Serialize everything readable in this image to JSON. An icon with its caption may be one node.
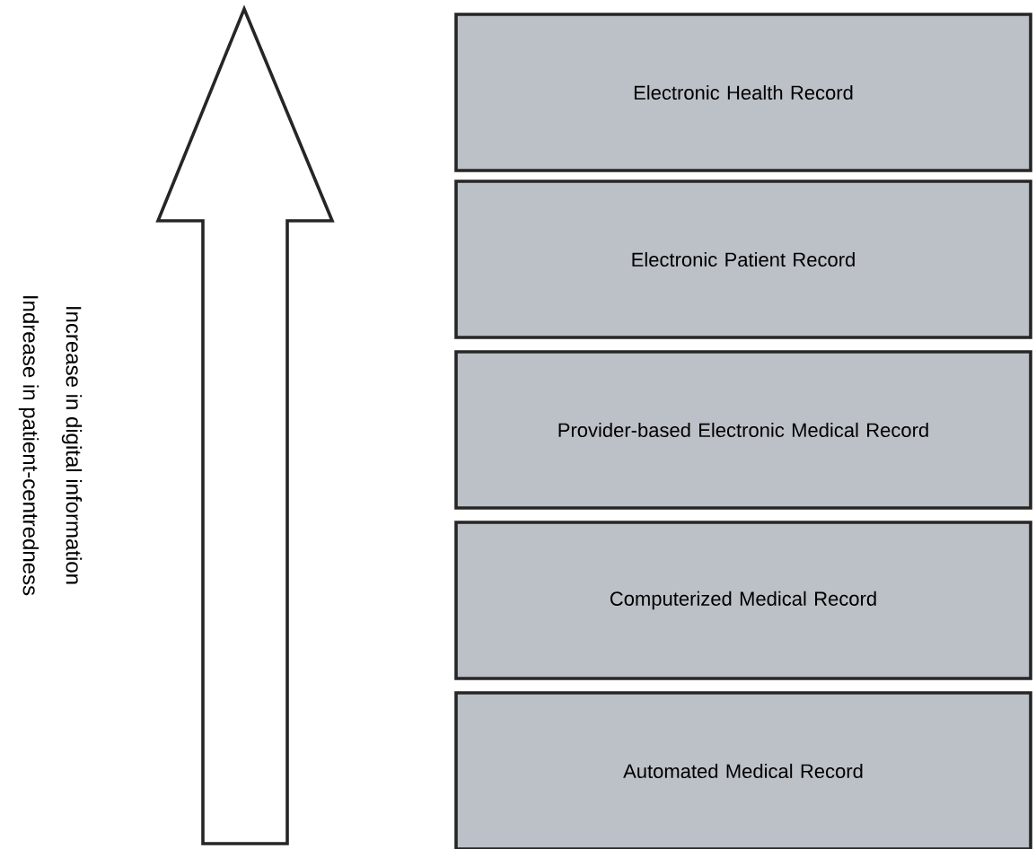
{
  "diagram": {
    "nodes": [
      {
        "text": [
          "Electronic Health Record"
        ]
      },
      {
        "text": [
          "Electronic Patient Record"
        ]
      },
      {
        "text": [
          "Provider-based Electronic Medical Record"
        ]
      },
      {
        "text": [
          "Computerized Medical Record"
        ]
      },
      {
        "text": [
          "Automated Medical Record"
        ]
      }
    ],
    "labels": [
      "Increase in digital information",
      "Indrease in patient-centredness"
    ]
  }
}
